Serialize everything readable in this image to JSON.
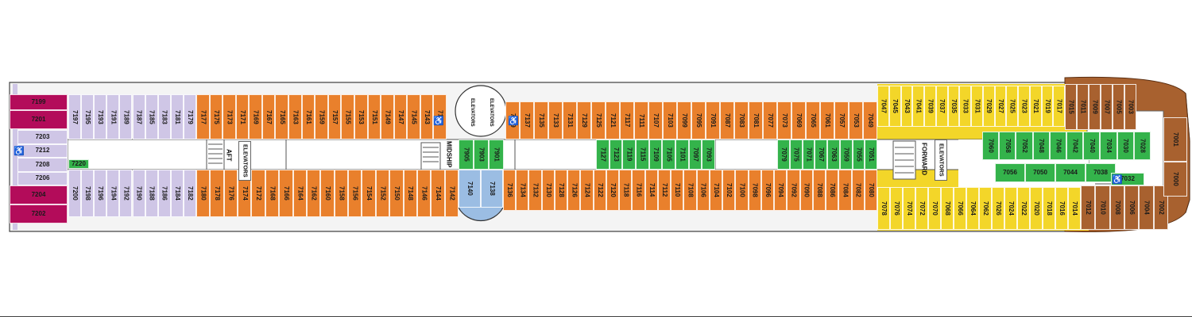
{
  "legend_colors": {
    "purple": "#b30c5a",
    "lavender": "#cfc6e6",
    "orange": "#e9802c",
    "green": "#34b34b",
    "blue": "#9bbde3",
    "yellow": "#f3d629",
    "brown": "#a8612f"
  },
  "labels": {
    "aft": "AFT",
    "elevators_aft": "ELEVATORS",
    "midship": "MIDSHIP",
    "elevators_mid_top": "ELEVATORS",
    "elevators_mid_bottom": "ELEVATORS",
    "forward": "FORWARD",
    "elevators_fwd": "ELEVATORS"
  },
  "stern": {
    "purple": [
      "7199",
      "7201",
      "7204",
      "7202"
    ],
    "lavender_side": [
      "7203",
      "7212",
      "7208",
      "7206"
    ],
    "lavender_inner": "7220"
  },
  "top_row": {
    "lavender": [
      "7197",
      "7195",
      "7193",
      "7191",
      "7189",
      "7187",
      "7185",
      "7183",
      "7181",
      "7179"
    ],
    "orange_aft": [
      "7177",
      "7175",
      "7173",
      "7171",
      "7169",
      "7167",
      "7165",
      "7163",
      "7161",
      "7159",
      "7157",
      "7155",
      "7153",
      "7151",
      "7149",
      "7147",
      "7145",
      "7143",
      "7141"
    ],
    "orange_mid": [
      "7139",
      "7137",
      "7135",
      "7133",
      "7131",
      "7129",
      "7125",
      "7121",
      "7117",
      "7111",
      "7107",
      "7103",
      "7099",
      "7095",
      "7091",
      "7087",
      "7083",
      "7081",
      "7077",
      "7073",
      "7069",
      "7065",
      "7061",
      "7057",
      "7053",
      "7049"
    ],
    "yellow": [
      "7047",
      "7045",
      "7043",
      "7041",
      "7039",
      "7037",
      "7035",
      "7033",
      "7031",
      "7029",
      "7027",
      "7025",
      "7023",
      "7021",
      "7019",
      "7017"
    ],
    "brown": [
      "7015",
      "7011",
      "7009",
      "7007",
      "7005",
      "7003"
    ]
  },
  "bottom_row": {
    "lavender": [
      "7200",
      "7198",
      "7196",
      "7194",
      "7192",
      "7190",
      "7188",
      "7186",
      "7184",
      "7182"
    ],
    "orange_aft": [
      "7180",
      "7178",
      "7176",
      "7174",
      "7172",
      "7168",
      "7166",
      "7164",
      "7162",
      "7160",
      "7158",
      "7156",
      "7154",
      "7152",
      "7150",
      "7148",
      "7146",
      "7144",
      "7142"
    ],
    "blue": [
      "7140",
      "7138"
    ],
    "orange_mid": [
      "7136",
      "7134",
      "7132",
      "7130",
      "7128",
      "7126",
      "7124",
      "7122",
      "7120",
      "7118",
      "7116",
      "7114",
      "7112",
      "7110",
      "7108",
      "7106",
      "7104",
      "7102",
      "7100",
      "7098",
      "7096",
      "7094",
      "7092",
      "7090",
      "7088",
      "7086",
      "7084",
      "7082",
      "7080"
    ],
    "yellow": [
      "7078",
      "7076",
      "7074",
      "7072",
      "7070",
      "7068",
      "7066",
      "7064",
      "7062",
      "7026",
      "7024",
      "7022",
      "7020",
      "7018",
      "7016",
      "7014"
    ],
    "brown": [
      "7012",
      "7010",
      "7008",
      "7006",
      "7004",
      "7002"
    ]
  },
  "green_mid": [
    "7905",
    "7903",
    "7901"
  ],
  "green_block_1": [
    "7127",
    "7123",
    "7119",
    "7115",
    "7109",
    "7105",
    "7101",
    "7097",
    "7093"
  ],
  "green_block_2": [
    "7079",
    "7075",
    "7071",
    "7067",
    "7063",
    "7059",
    "7055",
    "7051"
  ],
  "green_fwd_top": [
    "7060",
    "7058",
    "7052",
    "7048",
    "7046",
    "7042",
    "7040",
    "7034",
    "7030",
    "7028"
  ],
  "green_fwd_bottom": [
    "7056",
    "7050",
    "7044",
    "7038",
    "7032"
  ],
  "bow": [
    "7001",
    "7000"
  ]
}
